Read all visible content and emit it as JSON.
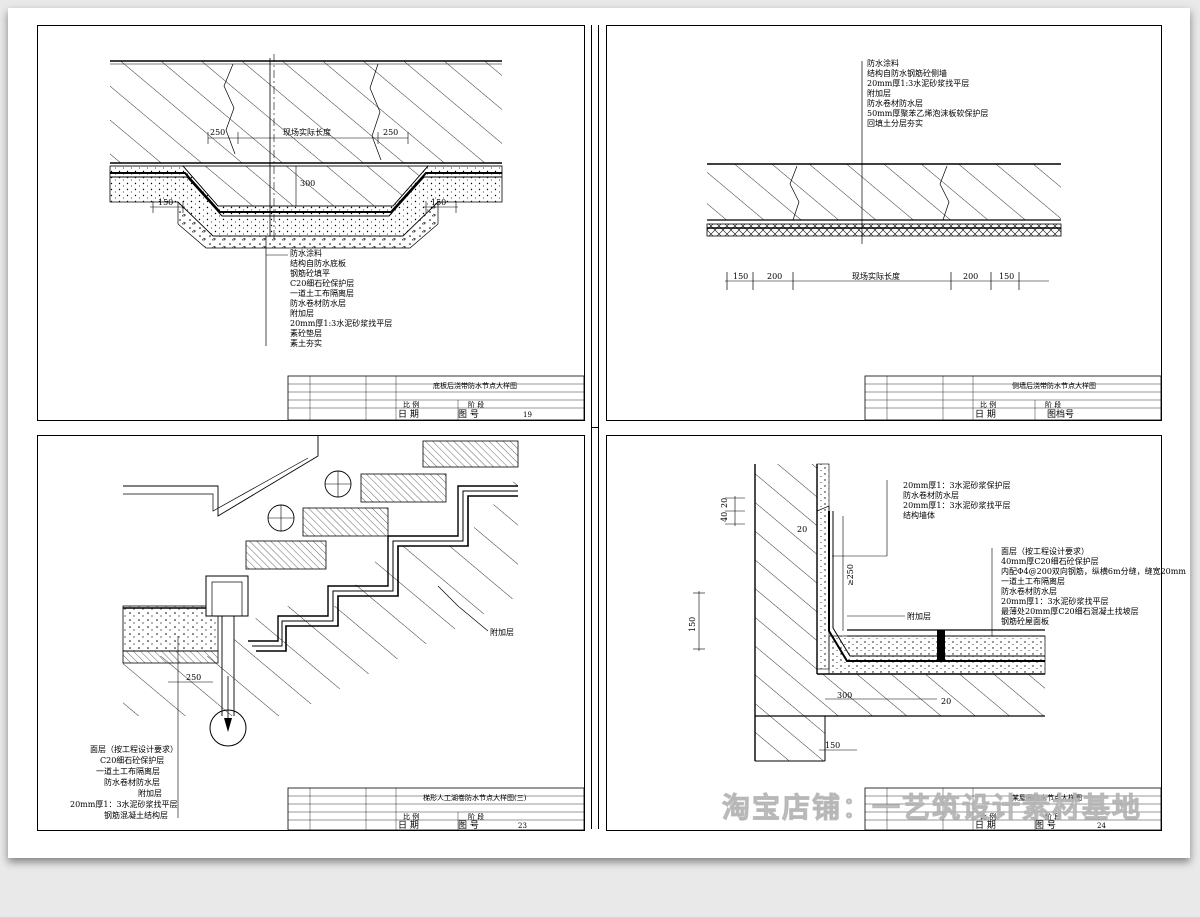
{
  "panels": {
    "tl": {
      "labels": [
        "防水涂料",
        "结构自防水底板",
        "钢筋砼填平",
        "C20细石砼保护层",
        "一道土工布隔离层",
        "防水卷材防水层",
        "附加层",
        "20mm厚1:3水泥砂浆找平层",
        "素砼垫层",
        "素土夯实"
      ],
      "dims": {
        "d250a": "250",
        "len": "现场实际长度",
        "d250b": "250",
        "d150a": "150",
        "d150b": "150",
        "d300": "300"
      },
      "title": "底板后浇带防水节点大样图",
      "scale": "比 例",
      "stage": "阶 段",
      "date": "日 期",
      "drawno": "图 号",
      "num": "19"
    },
    "tr": {
      "labels": [
        "防水涂料",
        "结构自防水钢筋砼侧墙",
        "20mm厚1:3水泥砂浆找平层",
        "附加层",
        "防水卷材防水层",
        "50mm厚聚苯乙烯泡沫板软保护层",
        "回填土分层夯实"
      ],
      "dims": {
        "a": "150",
        "b": "200",
        "len": "现场实际长度",
        "c": "200",
        "d": "150"
      },
      "title": "侧墙后浇带防水节点大样图",
      "scale": "比 例",
      "stage": "阶 段",
      "date": "日 期",
      "drawno": "图档号"
    },
    "bl": {
      "labels": [
        "面层（按工程设计要求）",
        "C20细石砼保护层",
        "一道土工布隔离层",
        "防水卷材防水层",
        "附加层",
        "20mm厚1：3水泥砂浆找平层",
        "钢筋混凝土结构层"
      ],
      "callout": "附加层",
      "dim": "250",
      "title": "梯形人工湖卷防水节点大样图(三)",
      "scale": "比 例",
      "stage": "阶 段",
      "date": "日 期",
      "drawno": "图 号",
      "num": "23"
    },
    "br": {
      "labels_top": [
        "20mm厚1：3水泥砂浆保护层",
        "防水卷材防水层",
        "20mm厚1：3水泥砂浆找平层",
        "结构墙体"
      ],
      "labels_right": [
        "面层（按工程设计要求）",
        "40mm厚C20细石砼保护层",
        "内配Φ4@200双向钢筋，纵横6m分缝，缝宽20mm",
        "一道土工布隔离层",
        "防水卷材防水层",
        "20mm厚1：3水泥砂浆找平层",
        "最薄处20mm厚C20细石混凝土找坡层",
        "钢筋砼屋面板"
      ],
      "callout": "附加层",
      "dims": {
        "d20a": "20",
        "d40": "40",
        "d20b": "20",
        "d250": "≥250",
        "d150": "150",
        "d300": "300",
        "d20c": "20",
        "d150b": "150"
      },
      "title": "某屋面防水节点大样图",
      "scale": "比 例",
      "stage": "阶 段",
      "date": "日 期",
      "drawno": "图 号",
      "num": "24"
    }
  },
  "watermark": "淘宝店铺：一艺筑设计素材基地"
}
